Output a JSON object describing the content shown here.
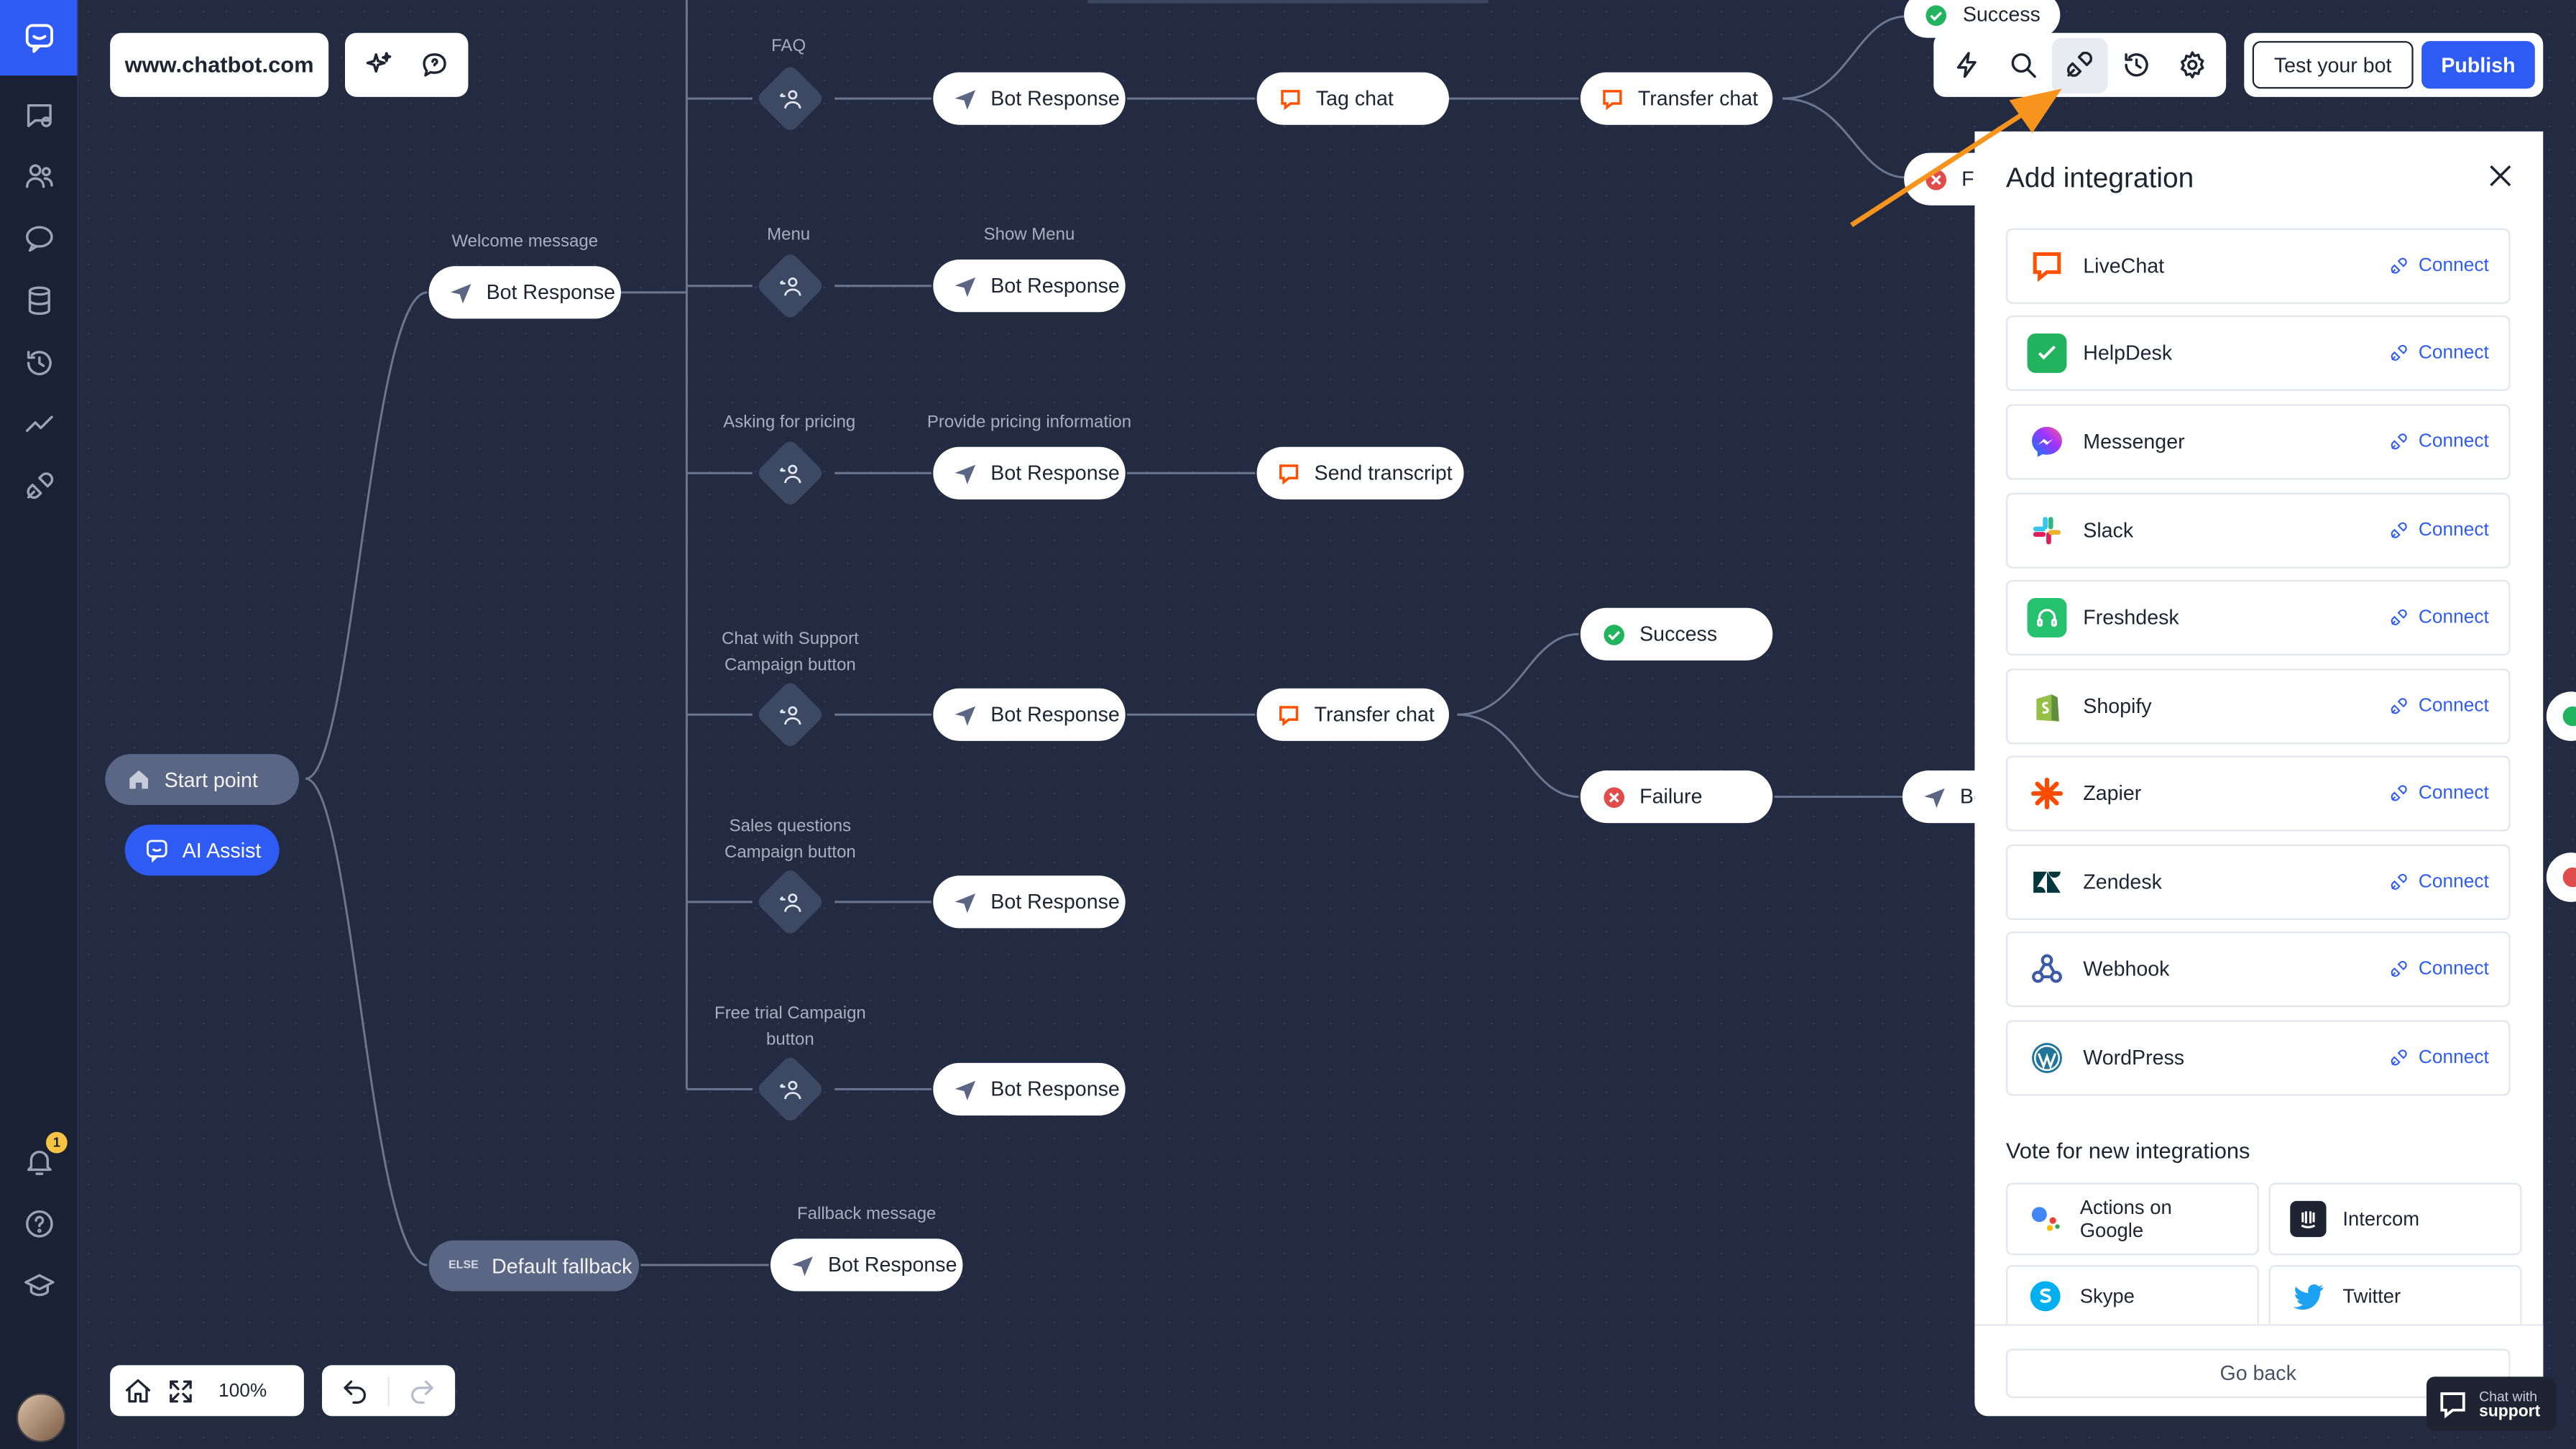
{
  "app": {
    "url_label": "www.chatbot.com",
    "test_bot_label": "Test your bot",
    "publish_label": "Publish",
    "zoom": "100%",
    "notifications_count": "1",
    "accent_color": "#2f5bf5"
  },
  "flow": {
    "start_point": "Start point",
    "ai_assist": "AI Assist",
    "default_fallback": "Default fallback",
    "else_tag": "ELSE",
    "welcome_label": "Welcome message",
    "bot_response": "Bot Response",
    "faq_label": "FAQ",
    "menu_label": "Menu",
    "show_menu_label": "Show Menu",
    "pricing_label": "Asking for pricing",
    "pricing_info_label": "Provide pricing information",
    "support_label_1": "Chat with Support",
    "support_label_2": "Campaign button",
    "sales_label_1": "Sales questions",
    "sales_label_2": "Campaign button",
    "trial_label_1": "Free trial Campaign",
    "trial_label_2": "button",
    "fallback_label": "Fallback message",
    "tag_chat": "Tag chat",
    "transfer_chat": "Transfer chat",
    "send_transcript": "Send transcript",
    "success": "Success",
    "failure": "Failure",
    "partial_fa": "Fa",
    "partial_be": "Be"
  },
  "panel": {
    "title": "Add integration",
    "connect_label": "Connect",
    "integrations": [
      {
        "name": "LiveChat",
        "icon": "livechat-icon",
        "color": "#ff5100"
      },
      {
        "name": "HelpDesk",
        "icon": "helpdesk-icon",
        "color": "#22b35e"
      },
      {
        "name": "Messenger",
        "icon": "messenger-icon",
        "color": "#7b3ff2"
      },
      {
        "name": "Slack",
        "icon": "slack-icon",
        "color": "#4a154b"
      },
      {
        "name": "Freshdesk",
        "icon": "freshdesk-icon",
        "color": "#25c16f"
      },
      {
        "name": "Shopify",
        "icon": "shopify-icon",
        "color": "#95bf47"
      },
      {
        "name": "Zapier",
        "icon": "zapier-icon",
        "color": "#ff4a00"
      },
      {
        "name": "Zendesk",
        "icon": "zendesk-icon",
        "color": "#03363d"
      },
      {
        "name": "Webhook",
        "icon": "webhook-icon",
        "color": "#3b5ba8"
      },
      {
        "name": "WordPress",
        "icon": "wordpress-icon",
        "color": "#21759b"
      }
    ],
    "vote_title": "Vote for new integrations",
    "vote": [
      {
        "name": "Actions on Google",
        "icon": "google-assistant-icon"
      },
      {
        "name": "Intercom",
        "icon": "intercom-icon"
      },
      {
        "name": "Skype",
        "icon": "skype-icon"
      },
      {
        "name": "Twitter",
        "icon": "twitter-icon"
      }
    ],
    "go_back": "Go back"
  },
  "support": {
    "line1": "Chat with",
    "line2": "support"
  }
}
